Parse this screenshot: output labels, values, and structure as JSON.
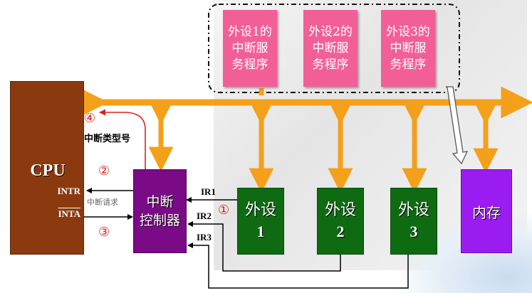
{
  "isr": [
    {
      "line1": "外设1的",
      "line2": "中断服",
      "line3": "务程序"
    },
    {
      "line1": "外设2的",
      "line2": "中断服",
      "line3": "务程序"
    },
    {
      "line1": "外设3的",
      "line2": "中断服",
      "line3": "务程序"
    }
  ],
  "cpu": {
    "label": "CPU",
    "intr": "INTR",
    "inta": "INTA"
  },
  "controller": {
    "line1": "中断",
    "line2": "控制器"
  },
  "devices": [
    {
      "name": "外设",
      "num": "1"
    },
    {
      "name": "外设",
      "num": "2"
    },
    {
      "name": "外设",
      "num": "3"
    }
  ],
  "memory": {
    "label": "内存"
  },
  "signals": {
    "ir1": "IR1",
    "ir2": "IR2",
    "ir3": "IR3",
    "interrupt_request": "中断请求",
    "interrupt_type": "中断类型号"
  },
  "steps": {
    "s1": "①",
    "s2": "②",
    "s3": "③",
    "s4": "④"
  },
  "colors": {
    "bus": "#f5a01a",
    "cpu": "#8b3a0f",
    "controller": "#7a0a86",
    "device": "#0e6b12",
    "memory": "#9a1cf0",
    "isr": "#f25f97",
    "step": "#e0201c"
  }
}
